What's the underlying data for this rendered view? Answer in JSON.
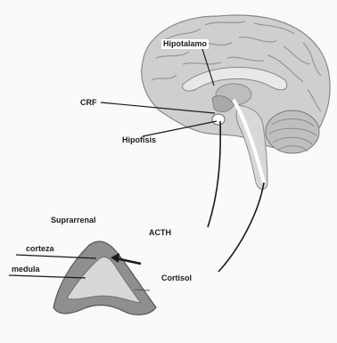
{
  "labels": {
    "hipotalamo": "Hipotalamo",
    "crf": "CRF",
    "hipofisis": "Hipofisis",
    "acth": "ACTH",
    "suprarrenal": "Suprarrenal",
    "corteza": "corteza",
    "medula": "medula",
    "cortisol": "Cortisol"
  },
  "colors": {
    "brain_fill": "#d3d3d3",
    "brain_outline": "#8a8a8a",
    "gland_cortex": "#8f8f8f",
    "gland_medulla": "#d8d8d8",
    "line": "#1a1a1a"
  }
}
